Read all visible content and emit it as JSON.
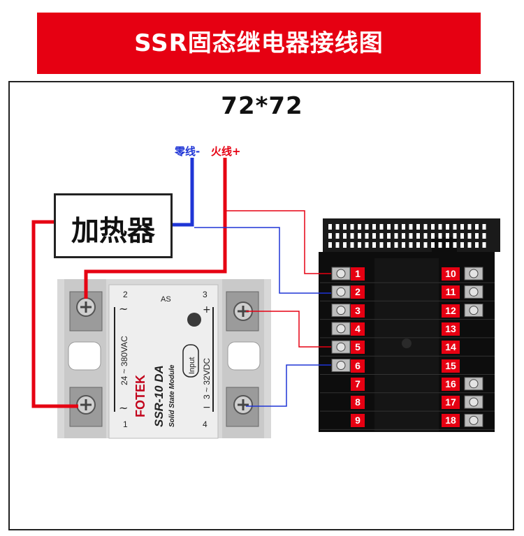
{
  "banner": {
    "title": "SSR固态继电器接线图"
  },
  "size_label": "72*72",
  "wires": {
    "neutral_label": "零线-",
    "live_label": "火线+"
  },
  "heater": {
    "label": "加热器"
  },
  "ssr": {
    "brand": "FOTEK",
    "model": "SSR-10 DA",
    "subtitle": "Solid State Module",
    "ac_range": "24 ~ 380VAC",
    "dc_range": "3 ~ 32VDC",
    "input_label": "Input",
    "term_1": "1",
    "term_2": "2",
    "term_3": "3",
    "term_4": "4",
    "plus": "+",
    "minus": "−",
    "tilde_top": "~",
    "tilde_bottom": "~",
    "cert": "AS"
  },
  "controller": {
    "terminals_left": [
      "1",
      "2",
      "3",
      "4",
      "5",
      "6",
      "7",
      "8",
      "9"
    ],
    "terminals_right": [
      "10",
      "11",
      "12",
      "13",
      "14",
      "15",
      "16",
      "17",
      "18"
    ]
  },
  "colors": {
    "red": "#e60012",
    "blue": "#1f35d6",
    "ssr_body": "#e9e9e9",
    "controller": "#111111"
  }
}
